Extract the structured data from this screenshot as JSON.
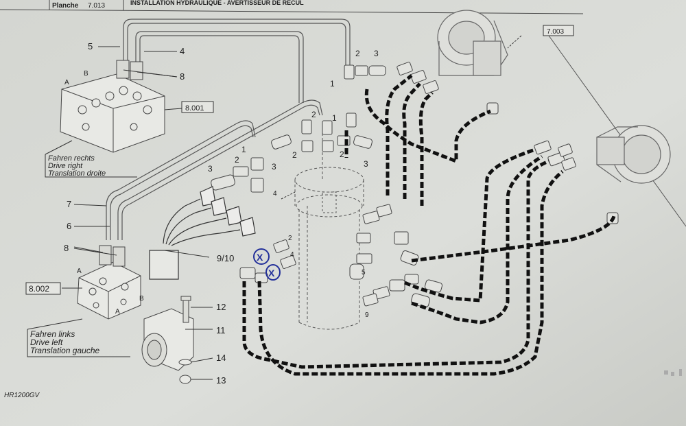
{
  "header": {
    "planche_label": "Planche",
    "planche_number": "7.013",
    "title": "INSTALLATION HYDRAULIQUE - AVERTISSEUR DE RECUL"
  },
  "refs": {
    "top_right": "7.003",
    "upper_valve": "8.001",
    "lower_valve": "8.002"
  },
  "captions": {
    "right": [
      "Fahren rechts",
      "Drive right",
      "Translation droite"
    ],
    "left": [
      "Fahren links",
      "Drive left",
      "Translation gauche"
    ]
  },
  "port_letters": {
    "a": "A",
    "b": "B"
  },
  "callouts": {
    "n1": "1",
    "n2": "2",
    "n3": "3",
    "n4": "4",
    "n5": "5",
    "n6": "6",
    "n7": "7",
    "n8": "8",
    "n9": "9",
    "n9_10": "9/10",
    "n11": "11",
    "n12": "12",
    "n13": "13",
    "n14": "14"
  },
  "marks": {
    "x": "X"
  },
  "footer": {
    "model": "HR1200GV"
  },
  "colors": {
    "paper": "#d9dbd6",
    "ink": "#2a2a2a",
    "hose": "#111111",
    "pen": "#23309a"
  }
}
